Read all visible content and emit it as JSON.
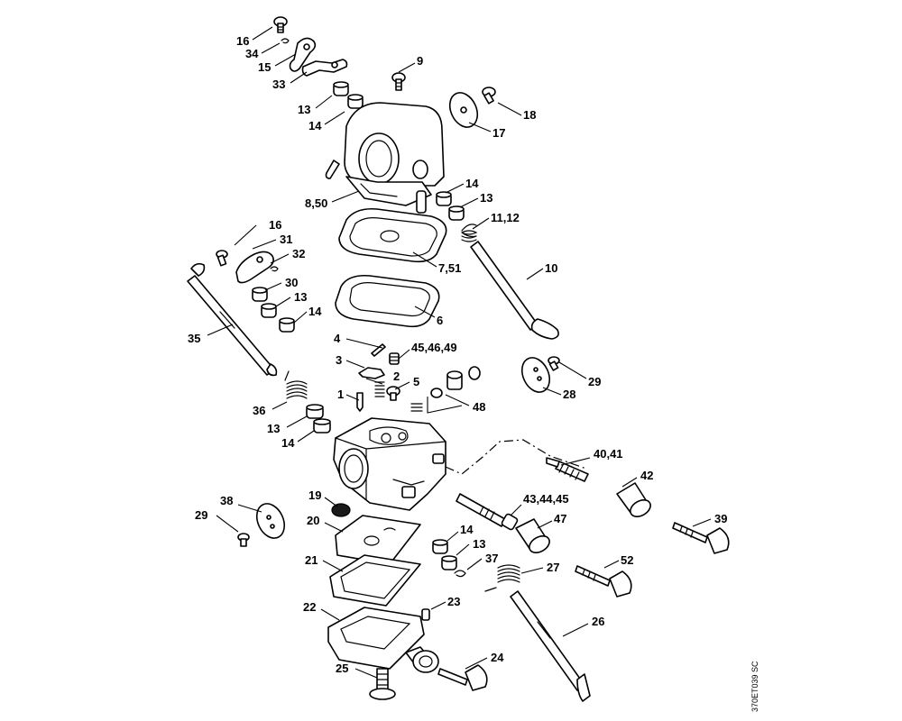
{
  "diagram": {
    "reference_code": "370ET039 SC",
    "labels": {
      "l16a": "16",
      "l34": "34",
      "l15": "15",
      "l33": "33",
      "l9": "9",
      "l13a": "13",
      "l14a": "14",
      "l18": "18",
      "l17": "17",
      "l850": "8,50",
      "l14b": "14",
      "l13b": "13",
      "l1112": "11,12",
      "l751": "7,51",
      "l10": "10",
      "l16b": "16",
      "l31": "31",
      "l32": "32",
      "l30": "30",
      "l13c": "13",
      "l14c": "14",
      "l6": "6",
      "l35": "35",
      "l4": "4",
      "l454649": "45,46,49",
      "l3": "3",
      "l2": "2",
      "l29a": "29",
      "l28": "28",
      "l1": "1",
      "l5": "5",
      "l48": "48",
      "l36": "36",
      "l13d": "13",
      "l14d": "14",
      "l4041": "40,41",
      "l42": "42",
      "l19": "19",
      "l434445": "43,44,45",
      "l47": "47",
      "l38": "38",
      "l29b": "29",
      "l39": "39",
      "l20": "20",
      "l14e": "14",
      "l13e": "13",
      "l37": "37",
      "l27": "27",
      "l52": "52",
      "l21": "21",
      "l23": "23",
      "l22": "22",
      "l26": "26",
      "l24": "24",
      "l25": "25"
    }
  }
}
